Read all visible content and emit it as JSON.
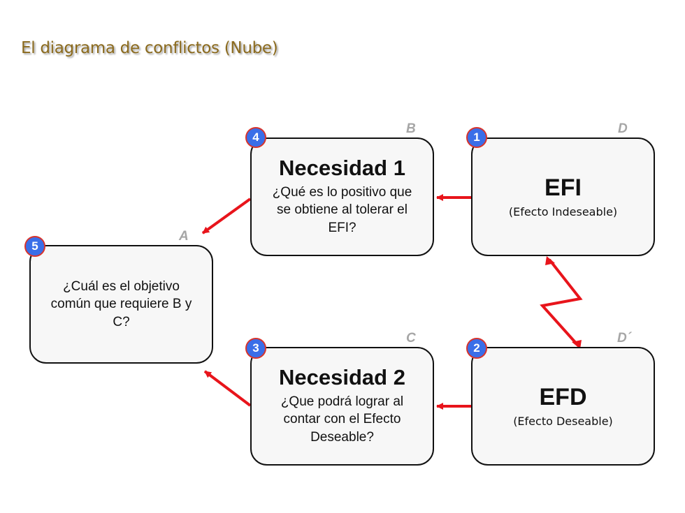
{
  "title": "El diagrama de conflictos (Nube)",
  "nodes": {
    "A": {
      "letter": "A",
      "badge": "5",
      "text": "¿Cuál es el objetivo común que requiere B y C?"
    },
    "B": {
      "letter": "B",
      "badge": "4",
      "heading": "Necesidad 1",
      "text": "¿Qué es lo positivo que se obtiene al tolerar el EFI?"
    },
    "C": {
      "letter": "C",
      "badge": "3",
      "heading": "Necesidad 2",
      "text": "¿Que podrá lograr al contar con el Efecto Deseable?"
    },
    "D": {
      "letter": "D",
      "badge": "1",
      "heading": "EFI",
      "subtext": "(Efecto Indeseable)"
    },
    "D2": {
      "letter": "D´",
      "badge": "2",
      "heading": "EFD",
      "subtext": "(Efecto Deseable)"
    }
  },
  "colors": {
    "title": "#8b6a1d",
    "arrow": "#e8141b",
    "badge": "#3a6ee8",
    "box_fill": "#f7f7f7",
    "corner_letter": "#a6a6a6"
  }
}
